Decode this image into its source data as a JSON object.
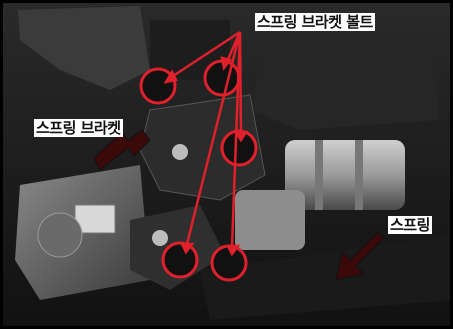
{
  "image": {
    "subject": "engine-bay-photo",
    "frame_color": "#000000",
    "callout_color": "#e0202a",
    "big_arrow_color": "#3a0a0a"
  },
  "labels": {
    "spring_bracket_bolt": "스프링 브라켓 볼트",
    "spring_bracket": "스프링 브라켓",
    "spring": "스프링"
  }
}
